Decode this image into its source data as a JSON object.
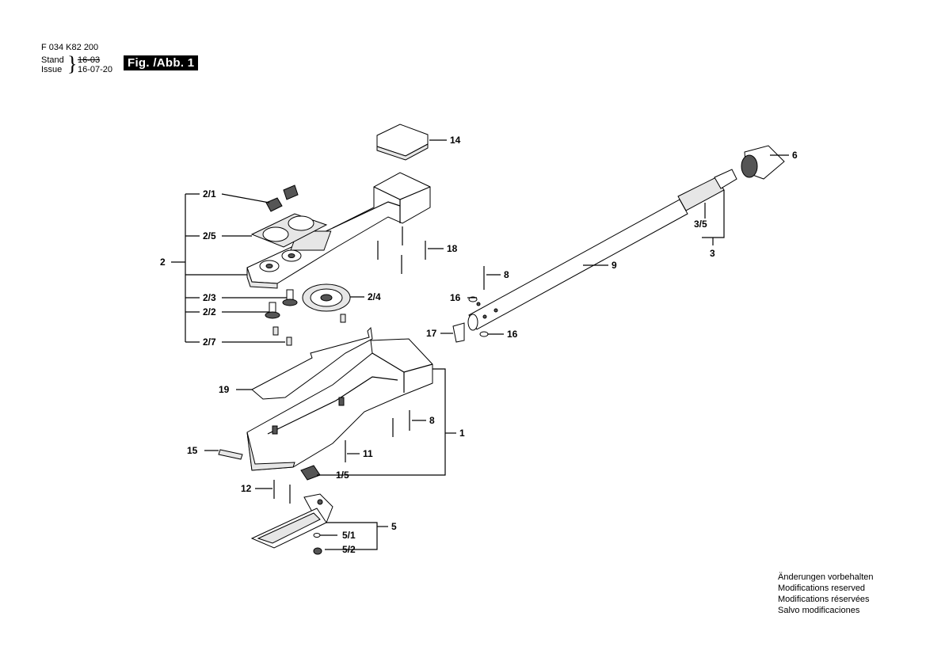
{
  "header": {
    "part_number": "F 034 K82 200",
    "stand_label": "Stand",
    "issue_label": "Issue",
    "old_date": "16-03",
    "new_date": "16-07-20",
    "figure_label": "Fig. /Abb. 1"
  },
  "callouts": {
    "c1": "1",
    "c1_5": "1/5",
    "c2": "2",
    "c2_1": "2/1",
    "c2_2": "2/2",
    "c2_3": "2/3",
    "c2_4": "2/4",
    "c2_5": "2/5",
    "c2_7": "2/7",
    "c3": "3",
    "c3_5": "3/5",
    "c5": "5",
    "c5_1": "5/1",
    "c5_2": "5/2",
    "c6": "6",
    "c8a": "8",
    "c8b": "8",
    "c9": "9",
    "c11": "11",
    "c12": "12",
    "c14": "14",
    "c15": "15",
    "c16a": "16",
    "c16b": "16",
    "c17": "17",
    "c18": "18",
    "c19": "19"
  },
  "notes": [
    "Änderungen vorbehalten",
    "Modifications reserved",
    "Modifications réservées",
    "Salvo modificaciones"
  ]
}
